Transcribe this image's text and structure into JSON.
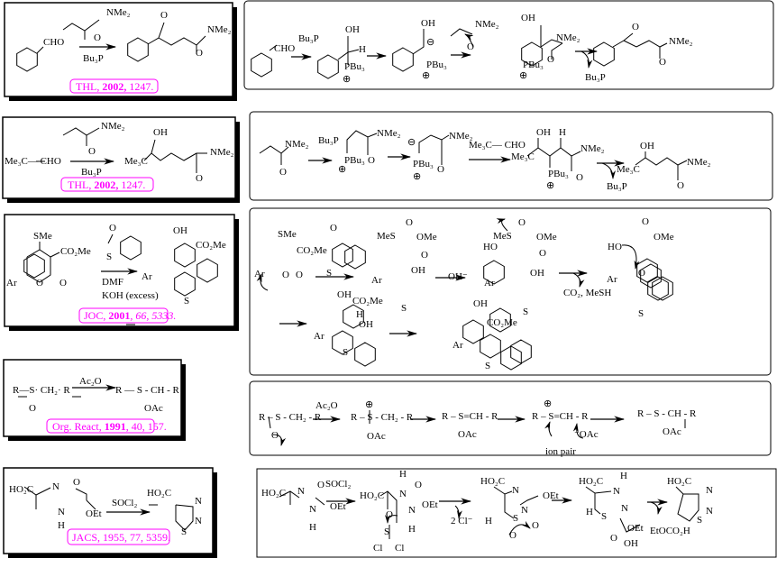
{
  "left_panels": [
    {
      "labels": [
        "CHO",
        "NMe₂",
        "O",
        "Bu₃P",
        "O",
        "NMe₂",
        "O"
      ],
      "ref": {
        "journal": "THL, ",
        "year": "2002,",
        "rest": " 1247."
      }
    },
    {
      "labels": [
        "Me₃C— CHO",
        "NMe₂",
        "O",
        "Bu₃P",
        "OH",
        "Me₃C",
        "NMe₂",
        "O"
      ],
      "ref": {
        "journal": "THL, ",
        "year": "2002,",
        "rest": " 1247."
      }
    },
    {
      "labels": [
        "SMe",
        "CO₂Me",
        "Ar",
        "O",
        "O",
        "O",
        "S",
        "DMF",
        "KOH (excess)",
        "OH",
        "CO₂Me",
        "Ar",
        "S"
      ],
      "ref": {
        "journal": "JOC, ",
        "year": "2001",
        "rest": ", 66, 5333."
      }
    },
    {
      "labels": [
        "R—S· CH₂· R",
        "O",
        "Ac₂O",
        "R — S - CH - R",
        "OAc"
      ],
      "ref": {
        "journal": "Org. React, ",
        "year": "1991",
        "rest": ", 40, 157."
      }
    },
    {
      "labels": [
        "HO₂C",
        "N",
        "O",
        "N",
        "H",
        "OEt",
        "SOCl₂",
        "HO₂C",
        "N",
        "N",
        "S"
      ],
      "ref": {
        "journal": "JACS, ",
        "year": "1955",
        "rest": ", 77, 5359."
      }
    }
  ],
  "right_panels": [
    {
      "labels": [
        "CHO",
        "Bu₃P",
        "OH",
        "H",
        "PBu₃",
        "⊕",
        "OH",
        "⊖",
        "NMe₂",
        "O",
        "PBu₃",
        "⊕",
        "OH",
        "NMe₂",
        "O",
        "PBu₃",
        "⊕",
        "Bu₃P",
        "O",
        "NMe₂",
        "O"
      ]
    },
    {
      "labels": [
        "NMe₂",
        "O",
        "Bu₃P",
        "PBu₃",
        "⊕",
        "NMe₂",
        "O",
        "⊖",
        "PBu₃",
        "⊕",
        "NMe₂",
        "O",
        "Me₃C— CHO",
        "OH",
        "H",
        "Me₃C",
        "PBu₃",
        "⊕",
        "NMe₂",
        "O",
        "Bu₃P",
        "OH",
        "Me₃C",
        "NMe₂",
        "O"
      ]
    },
    {
      "labels": [
        "SMe",
        "CO₂Me",
        "Ar",
        "O",
        "O",
        "O",
        "S",
        "MeS",
        "OMe",
        "O",
        "O",
        "OH",
        "Ar",
        "S",
        "OH⁻",
        "MeS",
        "HO",
        "O",
        "OMe",
        "O",
        "OH",
        "Ar",
        "S",
        "CO₂, MeSH",
        "O",
        "OMe",
        "HO",
        "Ar",
        "O",
        "S",
        "OH",
        "CO₂Me",
        "H",
        "OH",
        "Ar",
        "S",
        "OH",
        "CO₂Me",
        "Ar",
        "S"
      ]
    },
    {
      "labels": [
        "R – S - CH₂ - R",
        "O",
        "Ac₂O",
        "⊕",
        "R – S - CH₂ - R",
        "OAc",
        "R – S=CH - R",
        "OAc",
        "⊕",
        "R – S=CH - R",
        "⁻OAc",
        "ion pair",
        "R – S - CH - R",
        "OAc"
      ]
    },
    {
      "labels": [
        "HO₂C",
        "N",
        "O",
        "N",
        "OEt",
        "H",
        "SOCl₂",
        "HO₂C",
        "H",
        "N",
        "O",
        "N",
        "OEt",
        "H",
        "O",
        "S",
        "Cl",
        "Cl",
        "2 Cl⁻",
        "HO₂C",
        "N",
        "N",
        "OEt",
        "H",
        "S",
        "O",
        "O",
        "HO₂C",
        "H",
        "N",
        "N",
        "H",
        "S",
        "O",
        "OEt",
        "OH",
        "EtOCO₂H",
        "HO₂C",
        "N",
        "N",
        "S"
      ]
    }
  ],
  "colors": {
    "reference": "#ff00ff",
    "line": "#000000"
  }
}
